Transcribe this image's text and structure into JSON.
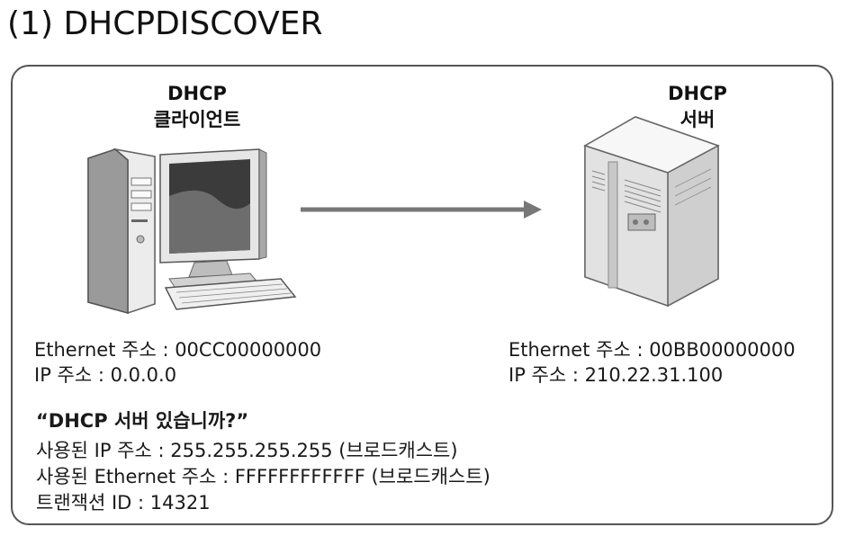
{
  "title": "(1) DHCPDISCOVER",
  "client": {
    "label_line1": "DHCP",
    "label_line2": "클라이언트",
    "ethernet": "Ethernet 주소 : 00CC00000000",
    "ip": "IP 주소 : 0.0.0.0",
    "icon": "desktop-computer-icon"
  },
  "server": {
    "label_line1": "DHCP",
    "label_line2": "서버",
    "ethernet": "Ethernet 주소 : 00BB00000000",
    "ip": "IP 주소 : 210.22.31.100",
    "icon": "server-tower-icon"
  },
  "message": {
    "question": "“DHCP 서버 있습니까?”",
    "used_ip": "사용된 IP 주소 : 255.255.255.255 (브로드캐스트)",
    "used_ethernet": "사용된 Ethernet 주소 : FFFFFFFFFFFF (브로드캐스트)",
    "transaction": "트랜잭션 ID : 14321"
  },
  "colors": {
    "frame": "#555555",
    "arrow": "#777777"
  }
}
